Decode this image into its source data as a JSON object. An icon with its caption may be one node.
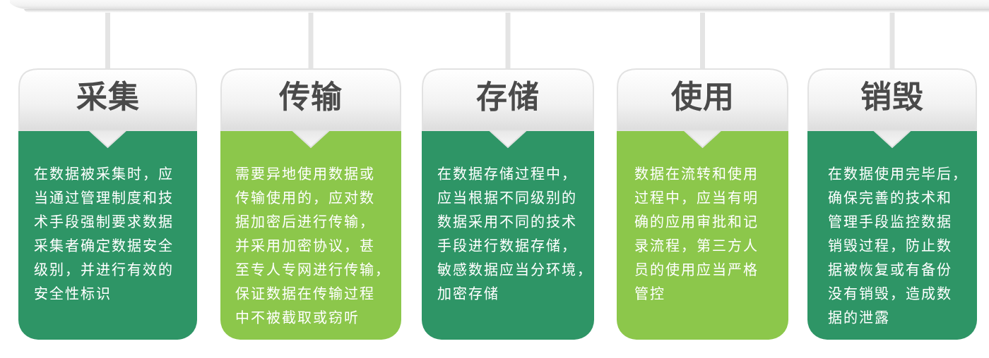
{
  "diagram": {
    "nodes": [
      {
        "text": [],
        "shape": "bar"
      },
      {
        "text": [
          "采集",
          "在数据被采集时，应当通过管理制度和技术手段强制要求数据采集者确定数据安全级别，并进行有效的安全性标识"
        ]
      },
      {
        "text": [
          "传输",
          "需要异地使用数据或传输使用的，应对数据加密后进行传输，并采用加密协议，甚至专人专网进行传输，保证数据在传输过程中不被截取或窃听"
        ]
      },
      {
        "text": [
          "存储",
          "在数据存储过程中，应当根据不同级别的数据采用不同的技术手段进行数据存储，敏感数据应当分环境，加密存储"
        ]
      },
      {
        "text": [
          "使用",
          "数据在流转和使用过程中，应当有明确的应用审批和记录流程，第三方人员的使用应当严格管控"
        ]
      },
      {
        "text": [
          "销毁",
          "在数据使用完毕后，确保完善的技术和管理手段监控数据销毁过程，防止数据被恢复或有备份没有销毁，造成数据的泄露"
        ]
      }
    ],
    "edges": [
      {
        "from": 0,
        "to": 1,
        "arrow": "none"
      },
      {
        "from": 0,
        "to": 2,
        "arrow": "none"
      },
      {
        "from": 0,
        "to": 3,
        "arrow": "none"
      },
      {
        "from": 0,
        "to": 4,
        "arrow": "none"
      },
      {
        "from": 0,
        "to": 5,
        "arrow": "none"
      }
    ]
  }
}
